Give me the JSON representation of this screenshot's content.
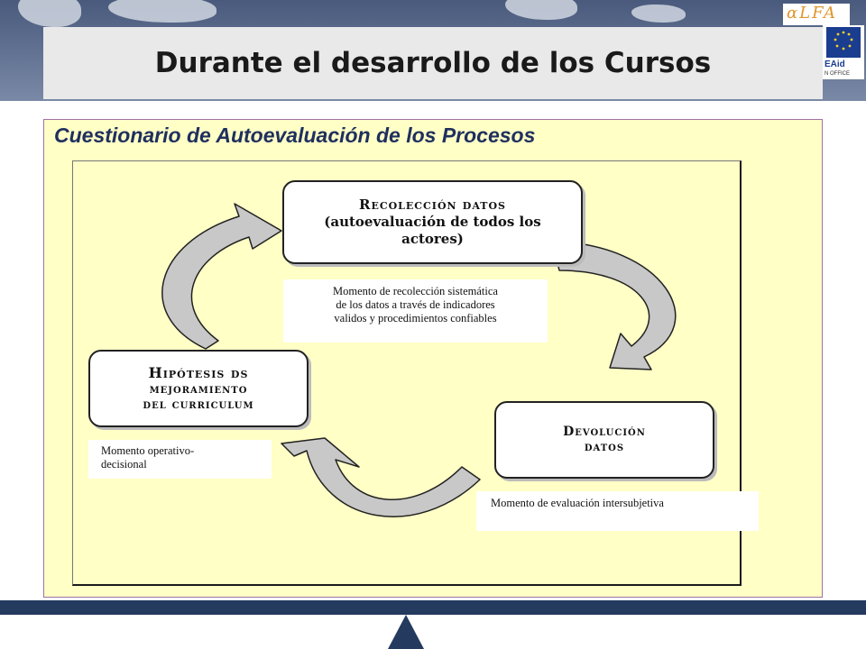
{
  "slide": {
    "title": "Durante el desarrollo de los Cursos",
    "subtitle": "Cuestionario de Autoevaluación de los  Procesos"
  },
  "logos": {
    "alfa_text": "αLFA",
    "europeaid_text": "EAid",
    "europeaid_sub": "N OFFICE"
  },
  "diagram": {
    "nodes": {
      "recoleccion": {
        "line1": "Recolección datos",
        "line2": "(autoevaluación de todos los",
        "line3": "actores)"
      },
      "hipotesis": {
        "line1": "Hipótesis ds",
        "line2": "mejoramiento",
        "line3": "del curriculum"
      },
      "devolucion": {
        "line1": "Devolución",
        "line2": "datos"
      }
    },
    "notes": {
      "recoleccion": {
        "line1": "Momento de recolección  sistemática",
        "line2": "de los datos a través de indicadores",
        "line3": "validos y procedimientos confiables"
      },
      "hipotesis": {
        "line1": "Momento operativo-",
        "line2": "decisional"
      },
      "devolucion": {
        "line1": "Momento de evaluación intersubjetiva"
      }
    }
  },
  "colors": {
    "banner": "#5f6f90",
    "panel_bg": "#ffffc6",
    "subtitle": "#1f2f5e",
    "arrow_fill": "#c8c8c8",
    "bottom_bar": "#243a5f"
  }
}
